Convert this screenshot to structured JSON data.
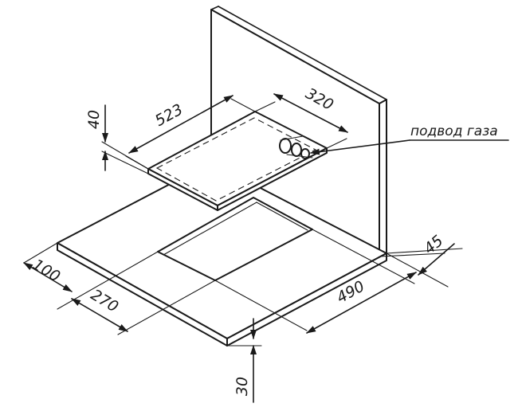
{
  "drawing": {
    "colors": {
      "ink": "#1a1a1a",
      "paper": "#ffffff"
    },
    "label_gas": "подвод газа",
    "dimensions": {
      "hob_thickness": "40",
      "hob_width": "523",
      "hob_depth": "320",
      "edge_offset": "100",
      "cutout_depth": "270",
      "cutout_width": "490",
      "back_offset": "45",
      "countertop_thickness": "30"
    }
  }
}
